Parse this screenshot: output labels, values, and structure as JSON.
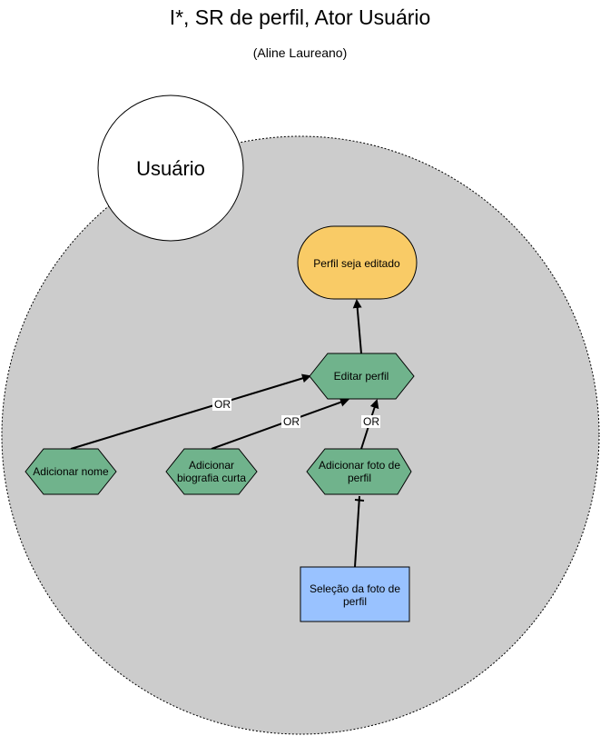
{
  "title": "I*, SR de perfil, Ator Usuário",
  "subtitle": "(Aline Laureano)",
  "actor": {
    "label": "Usuário"
  },
  "goal": {
    "label": "Perfil seja editado"
  },
  "tasks": {
    "editar": {
      "line1": "Editar perfil"
    },
    "nome": {
      "line1": "Adicionar nome"
    },
    "bio": {
      "line1": "Adicionar",
      "line2": "biografia curta"
    },
    "foto": {
      "line1": "Adicionar foto de",
      "line2": "perfil"
    }
  },
  "resource": {
    "line1": "Seleção da foto de",
    "line2": "perfil"
  },
  "links": {
    "or_label": "OR"
  },
  "colors": {
    "boundary_fill": "#cccccc",
    "goal_fill": "#f9cb66",
    "task_fill": "#70b38c",
    "resource_fill": "#99c2ff"
  }
}
